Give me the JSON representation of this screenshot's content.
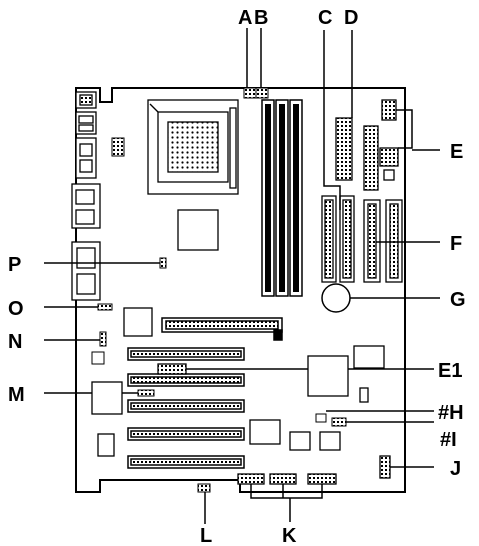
{
  "diagram": {
    "labels": {
      "A": "A",
      "B": "B",
      "C": "C",
      "D": "D",
      "E": "E",
      "E1": "E1",
      "F": "F",
      "G": "G",
      "H": "#H",
      "I": "#I",
      "J": "J",
      "K": "K",
      "L": "L",
      "M": "M",
      "N": "N",
      "O": "O",
      "P": "P"
    }
  }
}
